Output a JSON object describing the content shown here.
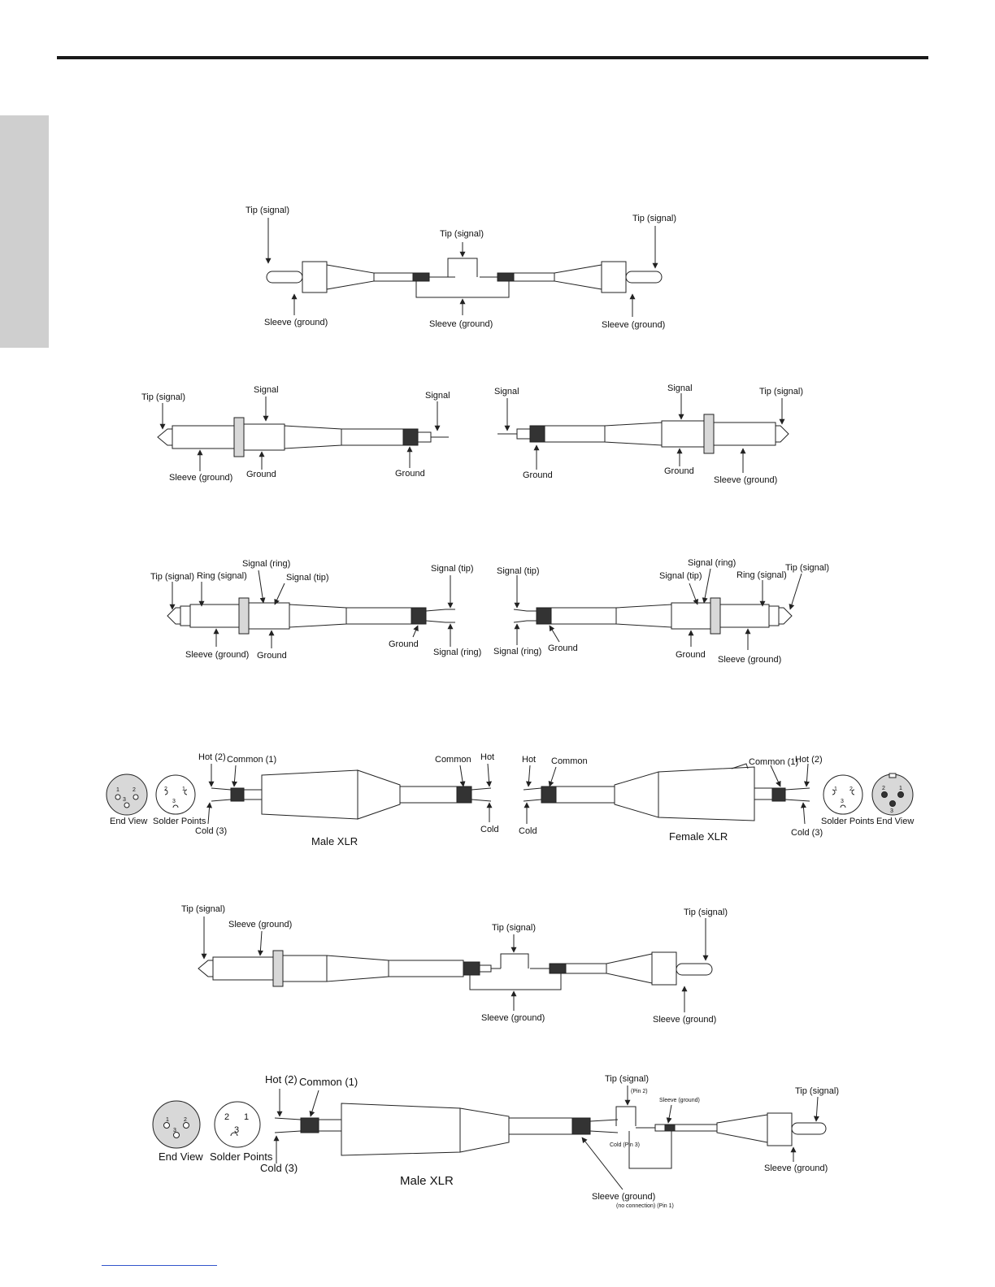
{
  "labels": {
    "tip_signal": "Tip (signal)",
    "sleeve_ground": "Sleeve (ground)",
    "signal": "Signal",
    "ground": "Ground",
    "ring_signal": "Ring (signal)",
    "signal_ring": "Signal (ring)",
    "signal_tip": "Signal (tip)",
    "hot_2": "Hot (2)",
    "common_1": "Common (1)",
    "common": "Common",
    "hot": "Hot",
    "cold_3": "Cold (3)",
    "cold": "Cold",
    "end_view": "End View",
    "solder_points": "Solder Points",
    "male_xlr": "Male XLR",
    "female_xlr": "Female XLR",
    "pin_2": "(Pin 2)",
    "cold_pin3": "Cold (Pin 3)",
    "sleeve_ground_lower": "Sleeve (ground)",
    "no_connection_pin1": "(no connection)  (Pin 1)"
  },
  "pins": {
    "one": "1",
    "two": "2",
    "three": "3"
  },
  "colors": {
    "line": "#222222",
    "side_tab": "#cfcfcf",
    "rule": "#1a1a1a",
    "footer_line": "#3355cc"
  }
}
